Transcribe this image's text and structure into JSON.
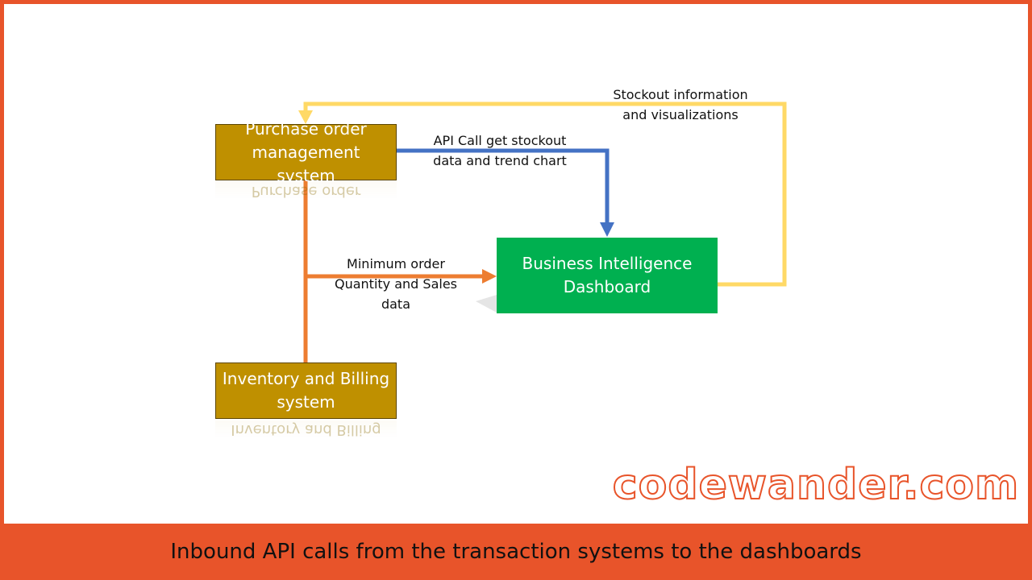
{
  "nodes": {
    "purchase_order": "Purchase order management system",
    "inventory_billing": "Inventory and Billing system",
    "bi_dashboard": "Business Intelligence Dashboard"
  },
  "edges": {
    "api_call": "API Call get stockout\ndata and trend chart",
    "min_order": "Minimum order\nQuantity and Sales\ndata",
    "stockout_info": "Stockout information\nand visualizations"
  },
  "brand": "codewander.com",
  "caption": "Inbound API calls from the transaction systems to the dashboards",
  "colors": {
    "accent": "#E8542A",
    "gold_box": "#BF9000",
    "green_box": "#00B050",
    "blue_arrow": "#4472C4",
    "orange_arrow": "#ED7D31",
    "yellow_arrow": "#FFD966"
  }
}
